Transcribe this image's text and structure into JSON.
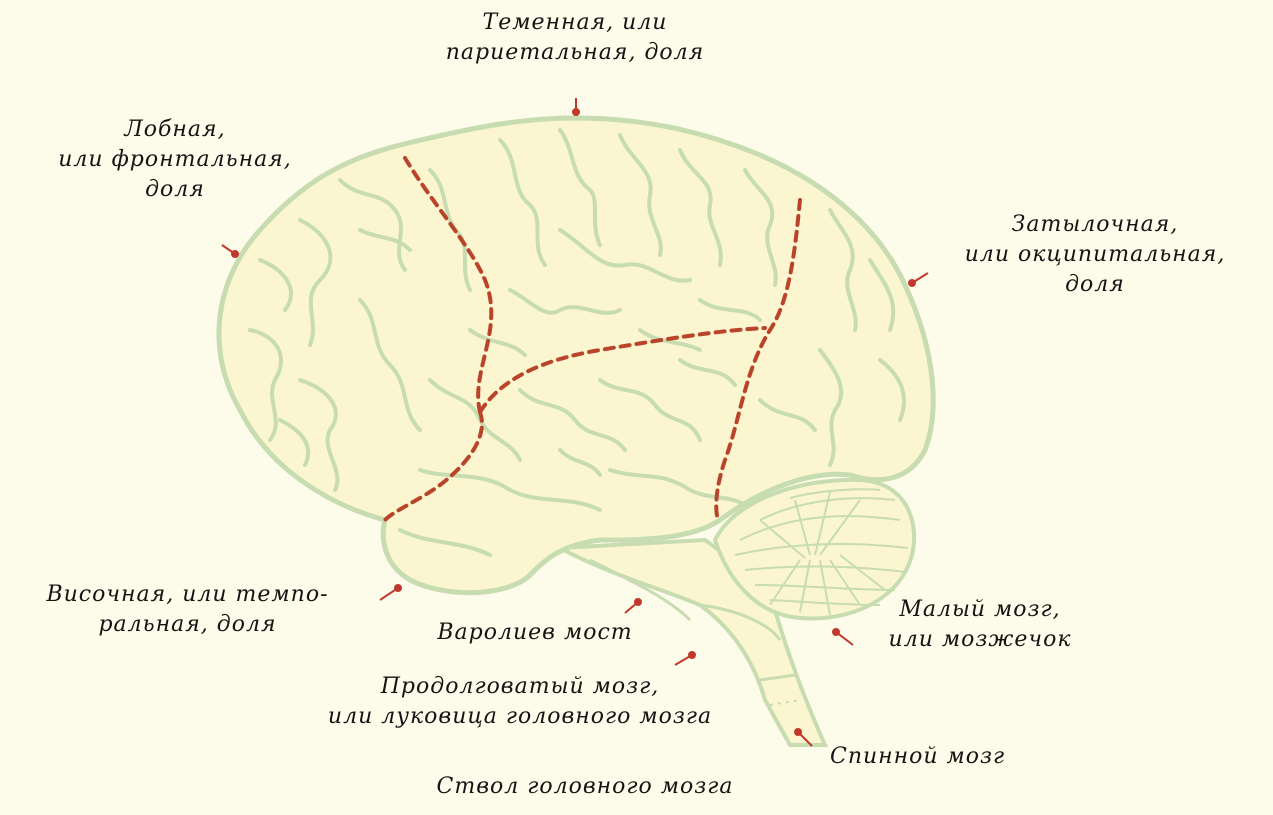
{
  "labels": {
    "parietal": [
      "Теменная, или",
      "париетальная, доля"
    ],
    "frontal": [
      "Лобная,",
      "или фронтальная,",
      "доля"
    ],
    "occipital": [
      "Затылочная,",
      "или окципитальная,",
      "доля"
    ],
    "temporal": [
      "Височная, или темпо-",
      "ральная, доля"
    ],
    "pons": [
      "Варолиев мост"
    ],
    "medulla": [
      "Продолговатый мозг,",
      "или луковица головного мозга"
    ],
    "cerebellum": [
      "Малый мозг,",
      "или мозжечок"
    ],
    "spinal_cord": [
      "Спинной мозг"
    ],
    "brainstem": [
      "Ствол головного мозга"
    ]
  },
  "colors": {
    "background": "#fdfbea",
    "brain_fill": "#fbf6cf",
    "gyri_outline": "#c7dcb0",
    "lobe_divider": "#b9442a",
    "pointer": "#c0392b",
    "text": "#141414"
  }
}
